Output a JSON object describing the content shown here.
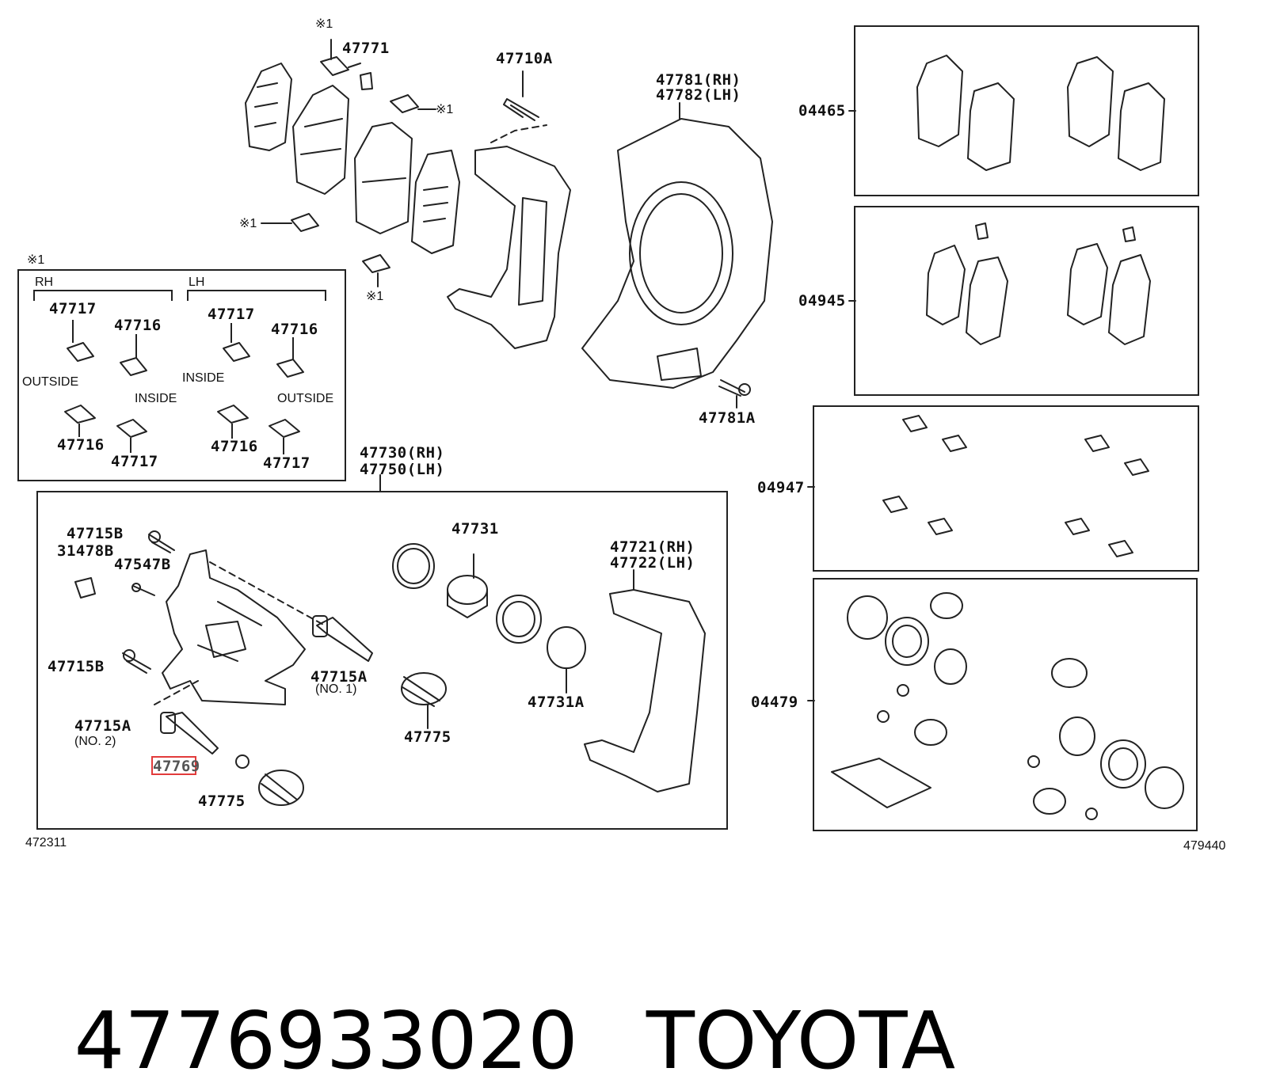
{
  "diagram": {
    "labels": {
      "p47771": "47771",
      "p47710A": "47710A",
      "p47781": "47781(RH)",
      "p47782": "47782(LH)",
      "p04465": "04465",
      "p04945": "04945",
      "p04947": "04947",
      "p04479": "04479",
      "p47781A": "47781A",
      "p47730": "47730(RH)",
      "p47750": "47750(LH)",
      "p47715B_1": "47715B",
      "p31478B": "31478B",
      "p47547B": "47547B",
      "p47715B_2": "47715B",
      "p47715A_1": "47715A",
      "p47715A_1_note": "(NO. 1)",
      "p47715A_2": "47715A",
      "p47715A_2_note": "(NO. 2)",
      "p47769": "47769",
      "p47775_1": "47775",
      "p47775_2": "47775",
      "p47731": "47731",
      "p47731A": "47731A",
      "p47721": "47721(RH)",
      "p47722": "47722(LH)",
      "note1a": "※1",
      "note1b": "※1",
      "note1c": "※1",
      "note1d": "※1",
      "note1e": "※1",
      "fig_left": "472311",
      "fig_right": "479440"
    },
    "inset": {
      "rh": "RH",
      "lh": "LH",
      "rh_47717_top": "47717",
      "rh_47716_top": "47716",
      "lh_47717_top": "47717",
      "lh_47716_top": "47716",
      "outside_1": "OUTSIDE",
      "inside_1": "INSIDE",
      "inside_2": "INSIDE",
      "outside_2": "OUTSIDE",
      "rh_47716_bot": "47716",
      "rh_47717_bot": "47717",
      "lh_47716_bot": "47716",
      "lh_47717_bot": "47717"
    },
    "highlight_part": "47769"
  },
  "footer": {
    "part_number": "4776933020",
    "brand": "TOYOTA"
  },
  "colors": {
    "line": "#222222",
    "highlight": "#e23b3b"
  }
}
